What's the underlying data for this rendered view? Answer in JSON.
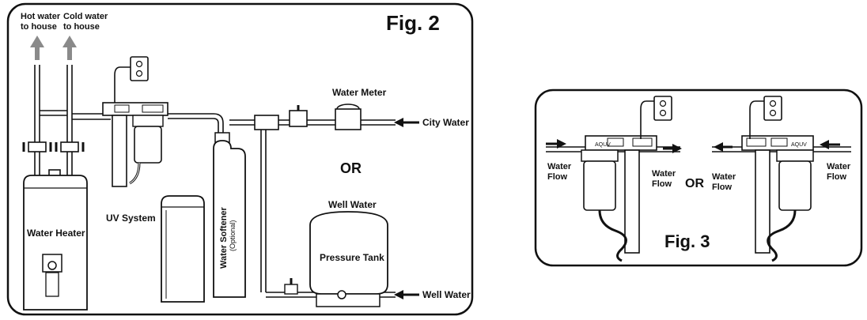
{
  "fig2": {
    "title": "Fig. 2",
    "hot_water_line1": "Hot water",
    "hot_water_line2": "to house",
    "cold_water_line1": "Cold water",
    "cold_water_line2": "to house",
    "water_meter": "Water Meter",
    "city_water": "City Water",
    "or": "OR",
    "well_water_top": "Well Water",
    "uv_system": "UV System",
    "water_heater": "Water Heater",
    "water_softener": "Water Softener",
    "optional": "(Optional)",
    "pressure_tank": "Pressure Tank",
    "well_water_bottom": "Well Water"
  },
  "fig3": {
    "title": "Fig. 3",
    "or": "OR",
    "left_flow_in_1": "Water",
    "left_flow_in_2": "Flow",
    "left_flow_out_1": "Water",
    "left_flow_out_2": "Flow",
    "right_flow_out_1": "Water",
    "right_flow_out_2": "Flow",
    "right_flow_in_1": "Water",
    "right_flow_in_2": "Flow",
    "brand_left": "AQUV",
    "brand_right": "AQUV"
  },
  "colors": {
    "line": "#111111",
    "arrow_grey": "#8a8a8a",
    "fill_light": "#ffffff"
  }
}
